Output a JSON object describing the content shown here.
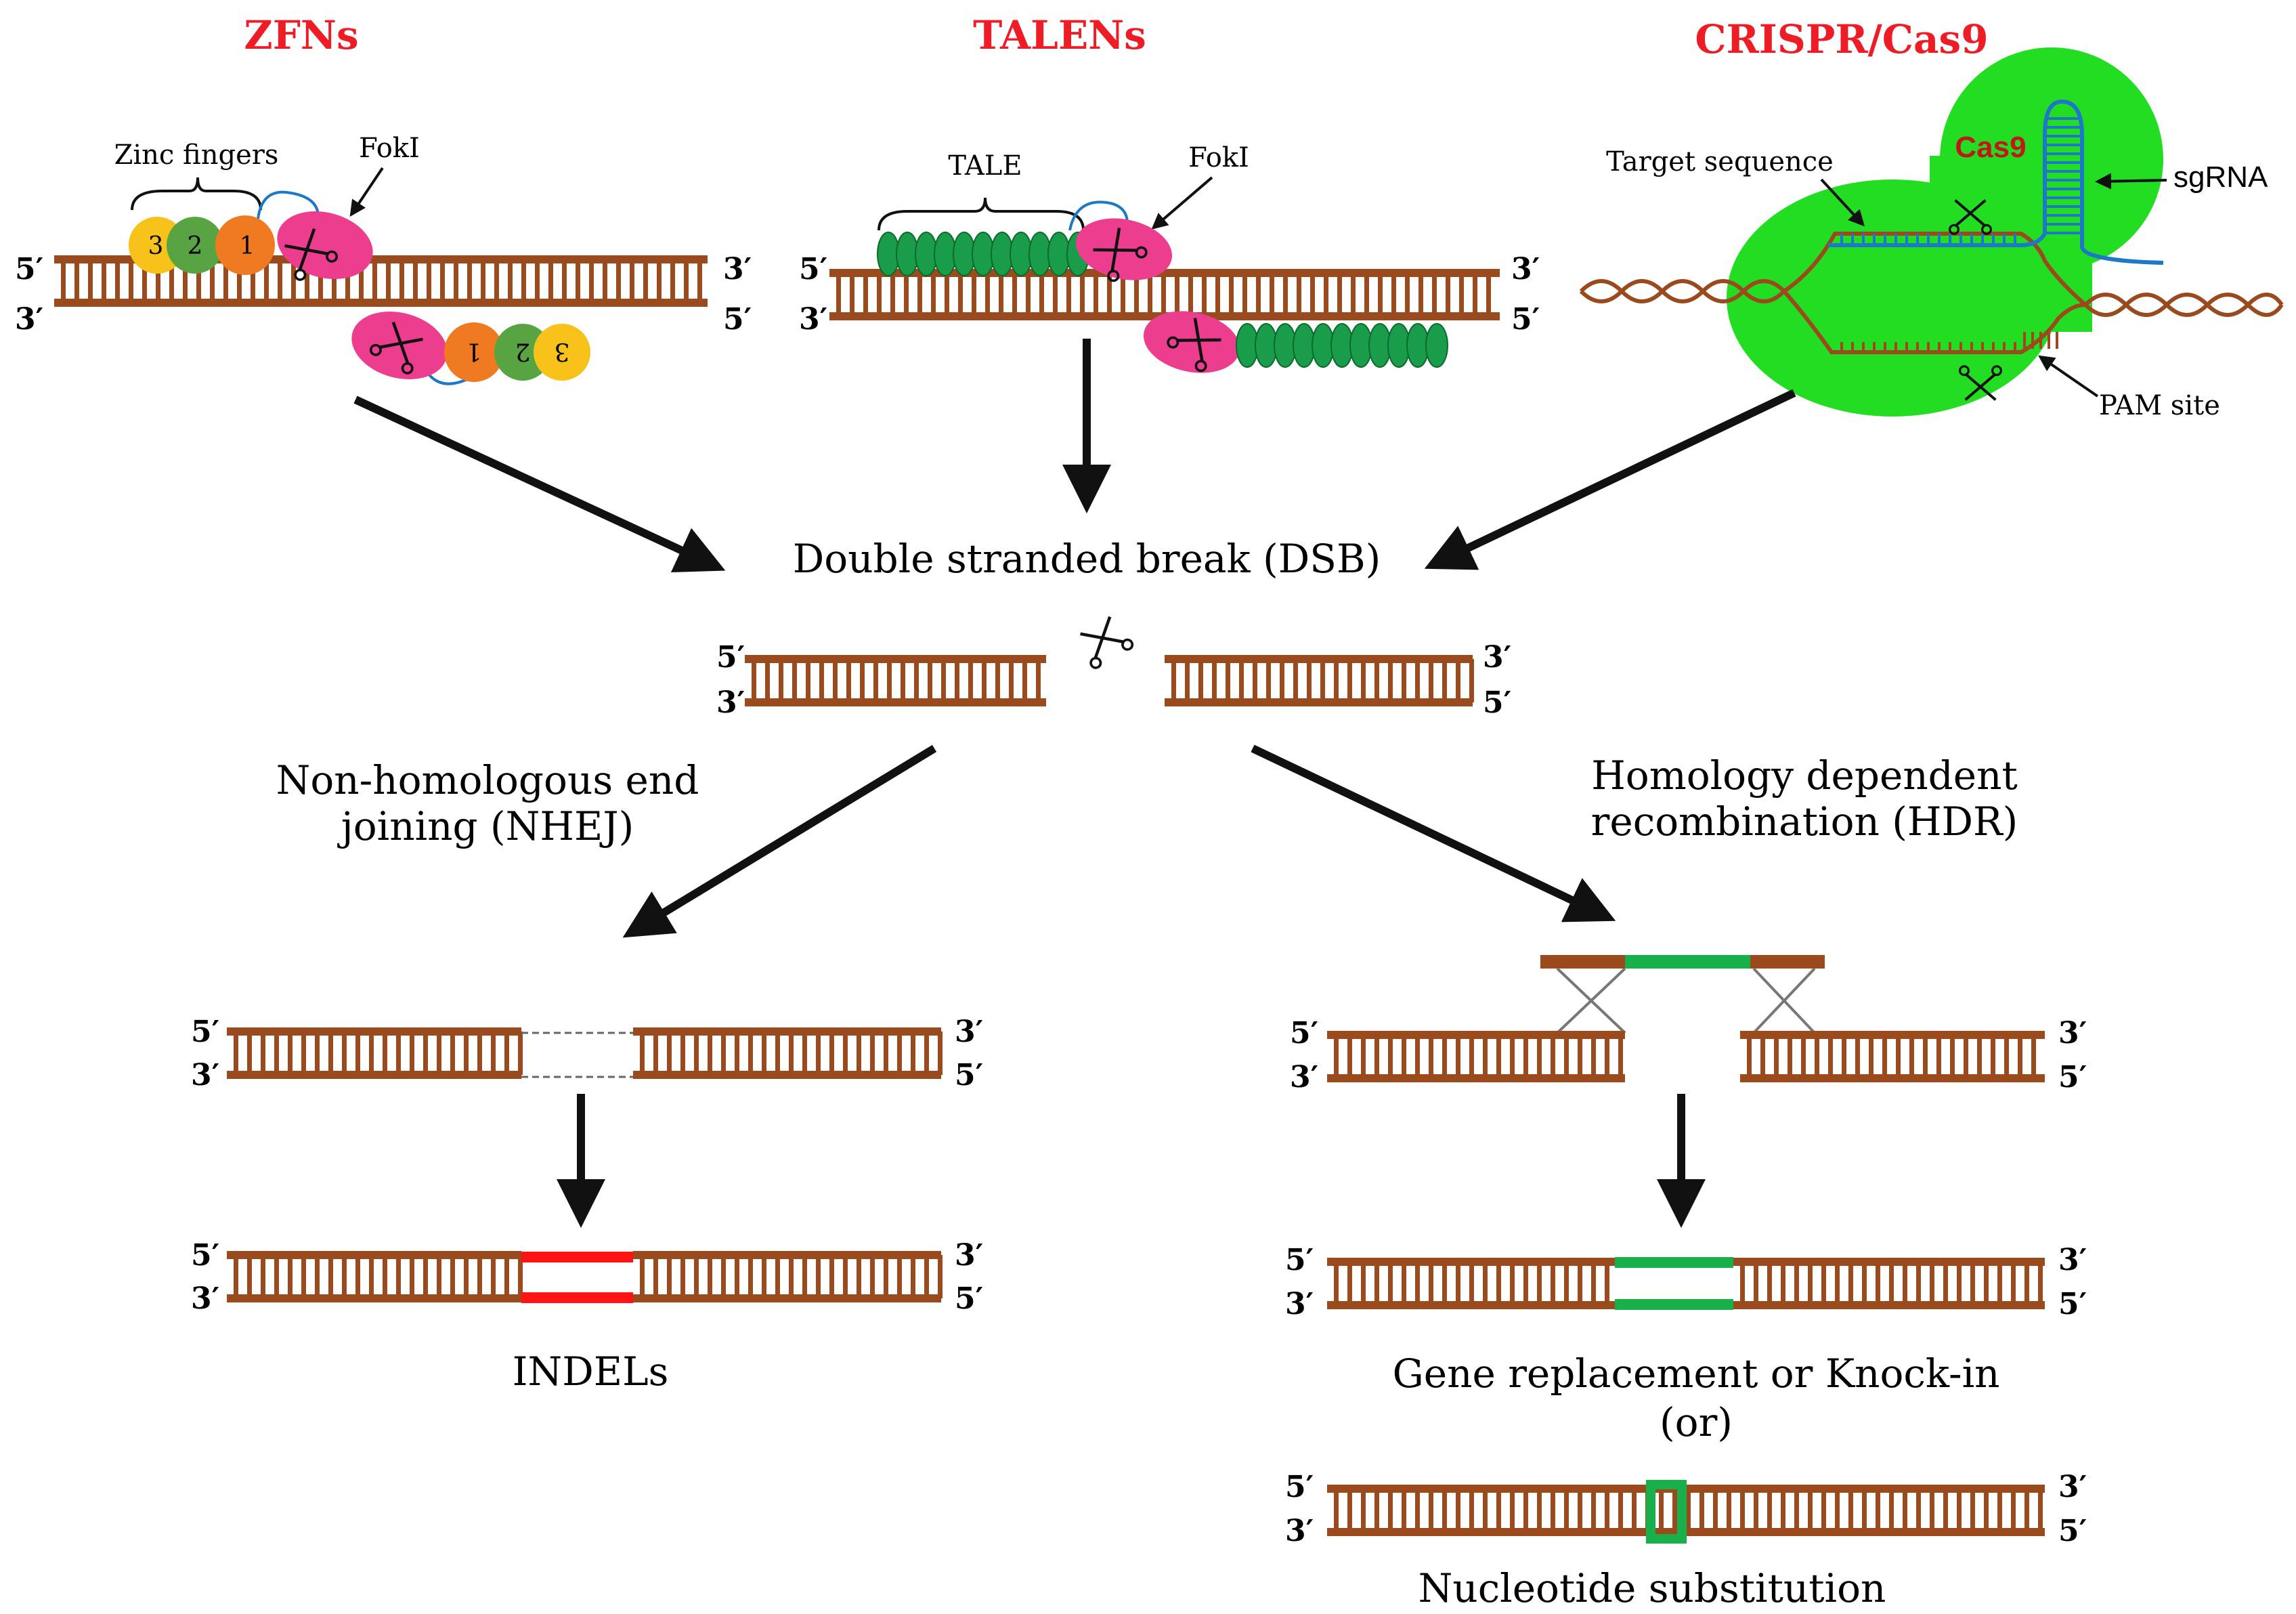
{
  "colors": {
    "dna": "#9a4a1c",
    "title_red": "#ee1c24",
    "cas9_green": "#22dd22",
    "tale_green": "#1a9d4a",
    "fok_pink": "#ec3d8f",
    "zf_yellow": "#f7c21a",
    "zf_green": "#58a442",
    "zf_orange": "#f07a22",
    "sgrna_blue": "#1e78c8",
    "indel_red": "#ff1414",
    "hdr_green": "#17b04a",
    "arrow": "#111111"
  },
  "icons": [
    "scissors-icon",
    "arrow-down-icon",
    "arrow-diagonal-icon"
  ],
  "titles": {
    "zfn": "ZFNs",
    "talen": "TALENs",
    "crispr": "CRISPR/Cas9"
  },
  "zfn": {
    "zinc_fingers": "Zinc fingers",
    "foki": "FokI",
    "fingers_top": [
      "3",
      "2",
      "1"
    ],
    "fingers_bottom": [
      "1",
      "2",
      "3"
    ]
  },
  "talen": {
    "tale": "TALE",
    "foki": "FokI"
  },
  "crispr": {
    "target_sequence": "Target sequence",
    "cas9": "Cas9",
    "sgrna": "sgRNA",
    "pam_site": "PAM site"
  },
  "ends": {
    "five": "5′",
    "three": "3′"
  },
  "dsb": {
    "label": "Double stranded break (DSB)"
  },
  "nhej": {
    "line1": "Non-homologous end",
    "line2": "joining (NHEJ)",
    "result": "INDELs"
  },
  "hdr": {
    "line1": "Homology dependent",
    "line2": "recombination (HDR)",
    "result1": "Gene replacement or Knock-in",
    "or": "(or)",
    "result2": "Nucleotide substitution"
  }
}
